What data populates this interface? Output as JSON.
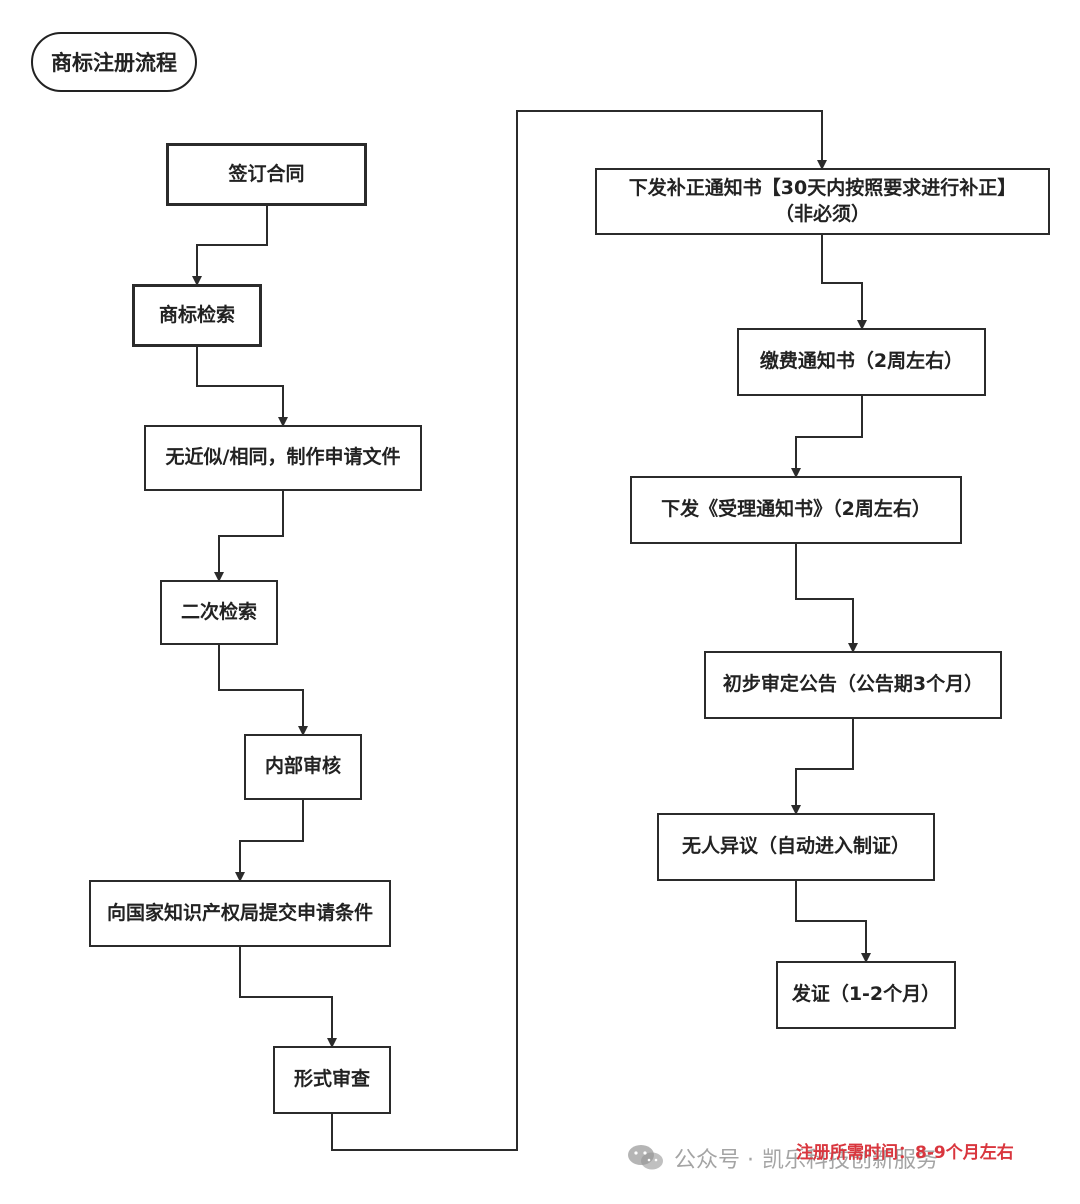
{
  "title": "商标注册流程",
  "steps": [
    {
      "id": "s1",
      "label": "签订合同"
    },
    {
      "id": "s2",
      "label": "商标检索"
    },
    {
      "id": "s3",
      "label": "无近似/相同，制作申请文件"
    },
    {
      "id": "s4",
      "label": "二次检索"
    },
    {
      "id": "s5",
      "label": "内部审核"
    },
    {
      "id": "s6",
      "label": "向国家知识产权局提交申请条件"
    },
    {
      "id": "s7",
      "label": "形式审查"
    },
    {
      "id": "s8",
      "label": "下发补正通知书【30天内按照要求进行补正】",
      "label2": "（非必须）"
    },
    {
      "id": "s9",
      "label": "缴费通知书（2周左右）"
    },
    {
      "id": "s10",
      "label": "下发《受理通知书》（2周左右）"
    },
    {
      "id": "s11",
      "label": "初步审定公告（公告期3个月）"
    },
    {
      "id": "s12",
      "label": "无人异议（自动进入制证）"
    },
    {
      "id": "s13",
      "label": "发证（1-2个月）"
    }
  ],
  "note": "注册所需时间：8-9个月左右",
  "watermark": {
    "prefix": "公众号 ·",
    "name": "凯乐科技创新服务",
    "icon": "wechat-icon"
  },
  "colors": {
    "line": "#2b2b2b",
    "note": "#d9363e"
  }
}
